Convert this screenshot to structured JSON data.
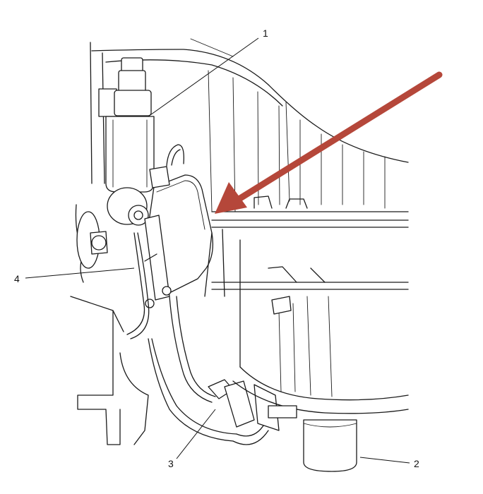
{
  "diagram": {
    "callouts": [
      {
        "label": "1"
      },
      {
        "label": "2"
      },
      {
        "label": "3"
      },
      {
        "label": "4"
      }
    ],
    "colors": {
      "arrow": "#b5473a",
      "line": "#1a1a1a",
      "background": "#ffffff"
    }
  }
}
